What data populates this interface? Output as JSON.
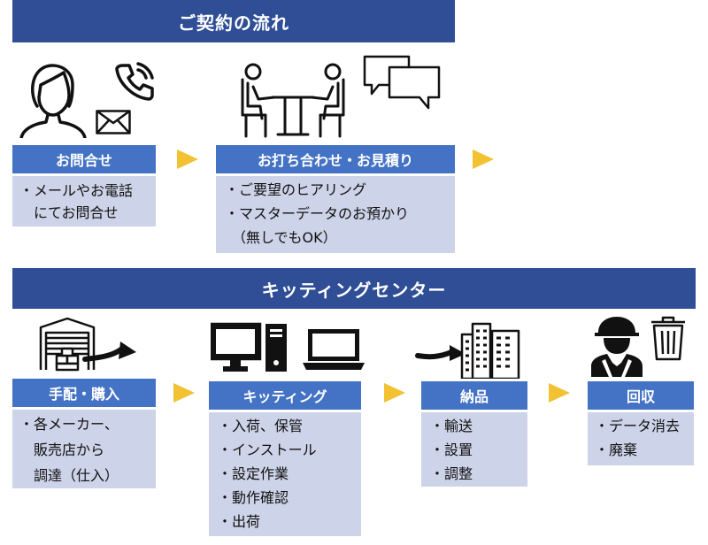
{
  "top_banner": {
    "title": "ご契約の流れ"
  },
  "center_banner": {
    "title": "キッティングセンター"
  },
  "steps": {
    "inquiry": {
      "title": "お問合せ",
      "lines": [
        "・メールやお電話",
        "にてお問合せ"
      ]
    },
    "meeting": {
      "title": "お打ち合わせ・お見積り",
      "lines": [
        "・ご要望のヒアリング",
        "・マスターデータのお預かり",
        "（無しでもOK）"
      ]
    },
    "procure": {
      "title": "手配・購入",
      "lines": [
        "・各メーカー、",
        "販売店から",
        "調達（仕入）"
      ]
    },
    "kitting": {
      "title": "キッティング",
      "lines": [
        "・入荷、保管",
        "・インストール",
        "・設定作業",
        "・動作確認",
        "・出荷"
      ]
    },
    "delivery": {
      "title": "納品",
      "lines": [
        "・輸送",
        "・設置",
        "・調整"
      ]
    },
    "recovery": {
      "title": "回収",
      "lines": [
        "・データ消去",
        "・廃棄"
      ]
    }
  },
  "colors": {
    "banner": "#2f4e96",
    "step_header": "#4472c4",
    "step_body": "#cdd3e8",
    "arrow": "#f2c232"
  }
}
